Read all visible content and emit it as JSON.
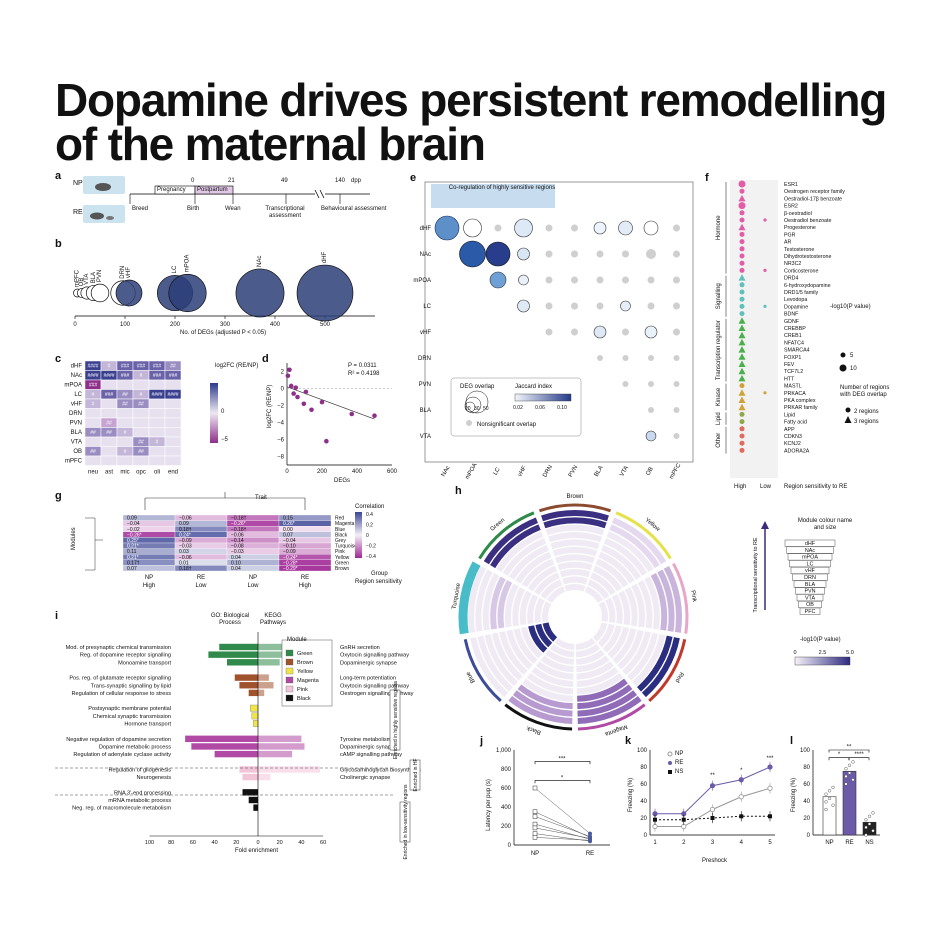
{
  "title": "Dopamine drives persistent remodelling of the maternal brain",
  "panels": {
    "a": {
      "label": "a",
      "np": "NP",
      "re": "RE",
      "day_0": "0",
      "day_21": "21",
      "day_49": "49",
      "day_140": "140",
      "dpp": "dpp",
      "pregnancy": "Pregnancy",
      "postpartum": "Postpartum",
      "breed": "Breed",
      "birth": "Birth",
      "wean": "Wean",
      "transcriptional": "Transcriptional assessment",
      "behavioural": "Behavioural assessment"
    },
    "b": {
      "label": "b",
      "xlabel": "No. of DEGs (adjusted P < 0.05)"
    },
    "c": {
      "label": "c",
      "legend_title": "log2FC (RE/NP)"
    },
    "d": {
      "label": "d",
      "p": "P = 0.0311",
      "r2": "R² = 0.4198",
      "xlabel": "DEGs",
      "ylabel": "log2FC (RE/NP)"
    },
    "e": {
      "label": "e",
      "banner": "Co-regulation of highly sensitive regions",
      "deg_overlap": "DEG overlap",
      "jaccard": "Jaccard index",
      "nonsig": "Nonsignificant overlap"
    },
    "f": {
      "label": "f",
      "high": "High",
      "low": "Low",
      "footer": "Region sensitivity to RE",
      "pv": "-log10(P value)",
      "nreg": "Number of regions with DEG overlap",
      "two": "2 regions",
      "three": "3 regions"
    },
    "g": {
      "label": "g",
      "trait": "Trait",
      "modules": "Modules",
      "correlation": "Correlation",
      "group": "Group",
      "region_sensitivity": "Region sensitivity"
    },
    "h": {
      "label": "h",
      "legend_title": "Module colour name and size",
      "axis": "Transcriptional sensitivity to RE",
      "pv": "-log10(P value)"
    },
    "i": {
      "label": "i",
      "go": "GO: Biological Process",
      "kegg": "KEGG Pathways",
      "xlabel": "Fold enrichment",
      "module": "Module",
      "enr1": "Enriched in highly sensitive regions",
      "enr2": "Enriched in HF",
      "enr3": "Enriched in low-sensitivity regions"
    },
    "j": {
      "label": "j",
      "ylabel": "Latency per pup (s)"
    },
    "k": {
      "label": "k",
      "ylabel": "Freezing (%)",
      "xlabel": "Preshock",
      "np": "NP",
      "re": "RE",
      "ns": "NS"
    },
    "l": {
      "label": "l",
      "ylabel": "Freezing (%)"
    }
  },
  "b_regions": [
    {
      "name": "mPFC",
      "degs": 5
    },
    {
      "name": "OB",
      "degs": 14
    },
    {
      "name": "VTA",
      "degs": 24
    },
    {
      "name": "BLA",
      "degs": 38
    },
    {
      "name": "PVN",
      "degs": 50
    },
    {
      "name": "DRN",
      "degs": 96
    },
    {
      "name": "vHF",
      "degs": 108
    },
    {
      "name": "LC",
      "degs": 200
    },
    {
      "name": "mPOA",
      "degs": 225
    },
    {
      "name": "NAc",
      "degs": 370
    },
    {
      "name": "dHF",
      "degs": 500
    }
  ],
  "b_ticks": [
    "0",
    "100",
    "200",
    "300",
    "400",
    "500"
  ],
  "c_rows": [
    "dHF",
    "NAc",
    "mPOA",
    "LC",
    "vHF",
    "DRN",
    "PVN",
    "BLA",
    "VTA",
    "OB",
    "mPFC"
  ],
  "c_cols": [
    "neu",
    "ast",
    "mic",
    "opc",
    "oli",
    "end"
  ],
  "c_legend_ticks": [
    "0",
    "−5"
  ],
  "c_cells": [
    [
      "####",
      "#",
      "###",
      "###",
      "###",
      "##"
    ],
    [
      "####",
      "####",
      "###",
      "#",
      "###",
      "###"
    ],
    [
      "###",
      "",
      "",
      "",
      "",
      ""
    ],
    [
      "#",
      "###",
      "##",
      "#",
      "####",
      "####"
    ],
    [
      "#",
      "",
      "##",
      "##",
      "",
      ""
    ],
    [
      "",
      "",
      "",
      "",
      "",
      ""
    ],
    [
      "",
      "##",
      "",
      "",
      "",
      ""
    ],
    [
      "##",
      "##",
      "#",
      "",
      "",
      ""
    ],
    [
      "",
      "",
      "",
      "##",
      "#",
      ""
    ],
    [
      "##",
      "",
      "#",
      "##",
      "",
      ""
    ],
    [
      "",
      "",
      "",
      "",
      "",
      ""
    ]
  ],
  "d_xticks": [
    "0",
    "200",
    "400",
    "600"
  ],
  "d_yticks": [
    "2",
    "0",
    "−2",
    "−4",
    "−6",
    "−8"
  ],
  "e_rows": [
    "dHF",
    "NAc",
    "mPOA",
    "LC",
    "vHF",
    "DRN",
    "PVN",
    "BLA",
    "VTA"
  ],
  "e_cols": [
    "NAc",
    "mPOA",
    "LC",
    "vHF",
    "DRN",
    "PVN",
    "BLA",
    "VTA",
    "OB",
    "mPFC"
  ],
  "e_circle_sizes": [
    "10",
    "30",
    "50"
  ],
  "e_jaccard_ticks": [
    "0.02",
    "0.06",
    "0.10"
  ],
  "f_items": [
    "ESR1",
    "Oestrogen receptor family",
    "Oestradiol-17β benzoate",
    "ESR2",
    "β-oestradiol",
    "Oestradiol benzoate",
    "Progesterone",
    "PGR",
    "AR",
    "Testosterone",
    "Dihydrotestosterone",
    "NR3C2",
    "Corticosterone",
    "DRD4",
    "6-hydroxydopamine",
    "DRD1/5 family",
    "Levodopa",
    "Dopamine",
    "BDNF",
    "GDNF",
    "CREBBP",
    "CREB1",
    "NFATC4",
    "SMARCA4",
    "FOXP1",
    "FEV",
    "TCF7L2",
    "HTT",
    "MASTL",
    "PRKACA",
    "PKA complex",
    "PRKAR family",
    "Lipid",
    "Fatty acid",
    "APP",
    "CDKN3",
    "KCNJ2",
    "ADORA2A"
  ],
  "f_groups": [
    "Hormone",
    "Signalling",
    "Transcription regulator",
    "Kinase",
    "Lipid",
    "Other"
  ],
  "f_legend_vals": [
    "5",
    "10"
  ],
  "g_traits": [
    "Red",
    "Magenta",
    "Blue",
    "Black",
    "Grey",
    "Turquoise",
    "Pink",
    "Yellow",
    "Green",
    "Brown"
  ],
  "g_values": [
    [
      "0.09",
      "−0.06",
      "−0.18†",
      "0.15"
    ],
    [
      "−0.04",
      "0.09",
      "−0.26*",
      "0.26*"
    ],
    [
      "−0.02",
      "0.18†",
      "−0.18†",
      "0.00"
    ],
    [
      "−0.26*",
      "0.24*",
      "−0.06",
      "0.07"
    ],
    [
      "0.25*",
      "−0.09",
      "−0.14",
      "−0.04"
    ],
    [
      "0.21*",
      "−0.03",
      "−0.08",
      "−0.10"
    ],
    [
      "0.11",
      "0.03",
      "−0.03",
      "−0.09"
    ],
    [
      "0.21*",
      "−0.06",
      "0.04",
      "−0.24*"
    ],
    [
      "0.17†",
      "0.01",
      "0.10",
      "−0.28*"
    ],
    [
      "0.07",
      "0.18†",
      "0.04",
      "−0.29*"
    ]
  ],
  "g_groups": [
    "NP",
    "RE",
    "NP",
    "RE"
  ],
  "g_sens": [
    "High",
    "Low",
    "Low",
    "High"
  ],
  "g_corr_ticks": [
    "0.4",
    "0.2",
    "0",
    "−0.2",
    "−0.4"
  ],
  "h_modules": [
    "Brown",
    "Yellow",
    "Pink",
    "Red",
    "Magenta",
    "Black",
    "Blue",
    "Turquoise",
    "Green"
  ],
  "h_regions": [
    "dHF",
    "NAc",
    "mPOA",
    "LC",
    "vHF",
    "DRN",
    "BLA",
    "PVN",
    "VTA",
    "OB",
    "PFC"
  ],
  "h_ticks": [
    "0",
    "2.5",
    "5.0"
  ],
  "i_go": [
    "Mod. of presynaptic chemical transmission",
    "Reg. of dopamine receptor signalling",
    "Monoamine transport",
    "Pos. reg. of glutamate receptor signalling",
    "Trans-synaptic signalling by lipid",
    "Regulation of cellular response to stress",
    "Postsynaptic membrane potential",
    "Chemical synaptic transmission",
    "Hormone transport",
    "Negative regulation of dopamine secretion",
    "Dopamine metabolic process",
    "Regulation of adenylate cyclase activity",
    "Regulation of gliogenesis",
    "Neurogenesis",
    "RNA 3′-end processing",
    "mRNA metabolic process",
    "Neg. reg. of macromolecule metabolism"
  ],
  "i_kegg": [
    "GnRH secretion",
    "Oxytocin signalling pathway",
    "Dopaminergic synapse",
    "Long-term potentiation",
    "Oxytocin signalling pathway",
    "Oestrogen signalling pathway",
    "",
    "",
    "",
    "Tyrosine metabolism",
    "Dopaminergic synapse",
    "cAMP signalling pathway",
    "Glycosaminoglycan biosynthesis",
    "Cholinergic synapse",
    "",
    "",
    ""
  ],
  "i_modules": [
    "Green",
    "Brown",
    "Yellow",
    "Magenta",
    "Pink",
    "Black"
  ],
  "i_xticks": [
    "100",
    "80",
    "60",
    "40",
    "20",
    "0",
    "20",
    "40",
    "60"
  ],
  "j_yticks": [
    "1,000",
    "800",
    "600",
    "400",
    "200",
    "0"
  ],
  "j_x": [
    "NP",
    "RE"
  ],
  "j_sig": [
    "***",
    "*"
  ],
  "k_yticks": [
    "100",
    "80",
    "60",
    "40",
    "20",
    "0"
  ],
  "k_x": [
    "1",
    "2",
    "3",
    "4",
    "5"
  ],
  "k_sig": [
    "**",
    "*",
    "***"
  ],
  "l_yticks": [
    "100",
    "80",
    "60",
    "40",
    "20",
    "0"
  ],
  "l_x": [
    "NP",
    "RE",
    "NS"
  ],
  "l_sig": [
    "**",
    "*",
    "****"
  ],
  "colors": {
    "purple": "#6b4aa0",
    "navy": "#2c3e78",
    "magenta": "#b04ca0",
    "grey": "#cfcfcf",
    "lightblue": "#c8dcef"
  },
  "chart_data": [
    {
      "type": "scatter",
      "panel": "b",
      "x": [
        5,
        14,
        24,
        38,
        50,
        96,
        108,
        200,
        225,
        370,
        500
      ],
      "y": [
        0,
        0,
        0,
        0,
        0,
        0,
        0,
        0,
        0,
        0,
        0
      ],
      "xlabel": "No. of DEGs (adjusted P < 0.05)",
      "xlim": [
        0,
        600
      ]
    },
    {
      "type": "scatter",
      "panel": "d",
      "x": [
        5,
        14,
        24,
        38,
        50,
        96,
        108,
        200,
        225,
        370,
        500,
        60,
        140
      ],
      "y": [
        1.5,
        2.2,
        0.3,
        -0.6,
        0.1,
        -1.8,
        -0.4,
        -1.6,
        -6.2,
        -3.0,
        -3.2,
        -1.0,
        -2.5
      ],
      "xlabel": "DEGs",
      "ylabel": "log2FC (RE/NP)",
      "xlim": [
        0,
        600
      ],
      "ylim": [
        -9,
        3
      ]
    },
    {
      "type": "line",
      "panel": "k",
      "x": [
        1,
        2,
        3,
        4,
        5
      ],
      "series": [
        {
          "name": "NP",
          "values": [
            10,
            10,
            30,
            45,
            55
          ]
        },
        {
          "name": "RE",
          "values": [
            25,
            25,
            58,
            65,
            80
          ]
        },
        {
          "name": "NS",
          "values": [
            18,
            18,
            20,
            22,
            22
          ]
        }
      ],
      "xlabel": "Preshock",
      "ylabel": "Freezing (%)",
      "ylim": [
        0,
        100
      ]
    },
    {
      "type": "bar",
      "panel": "l",
      "categories": [
        "NP",
        "RE",
        "NS"
      ],
      "values": [
        45,
        75,
        15
      ],
      "ylabel": "Freezing (%)",
      "ylim": [
        0,
        100
      ]
    }
  ]
}
